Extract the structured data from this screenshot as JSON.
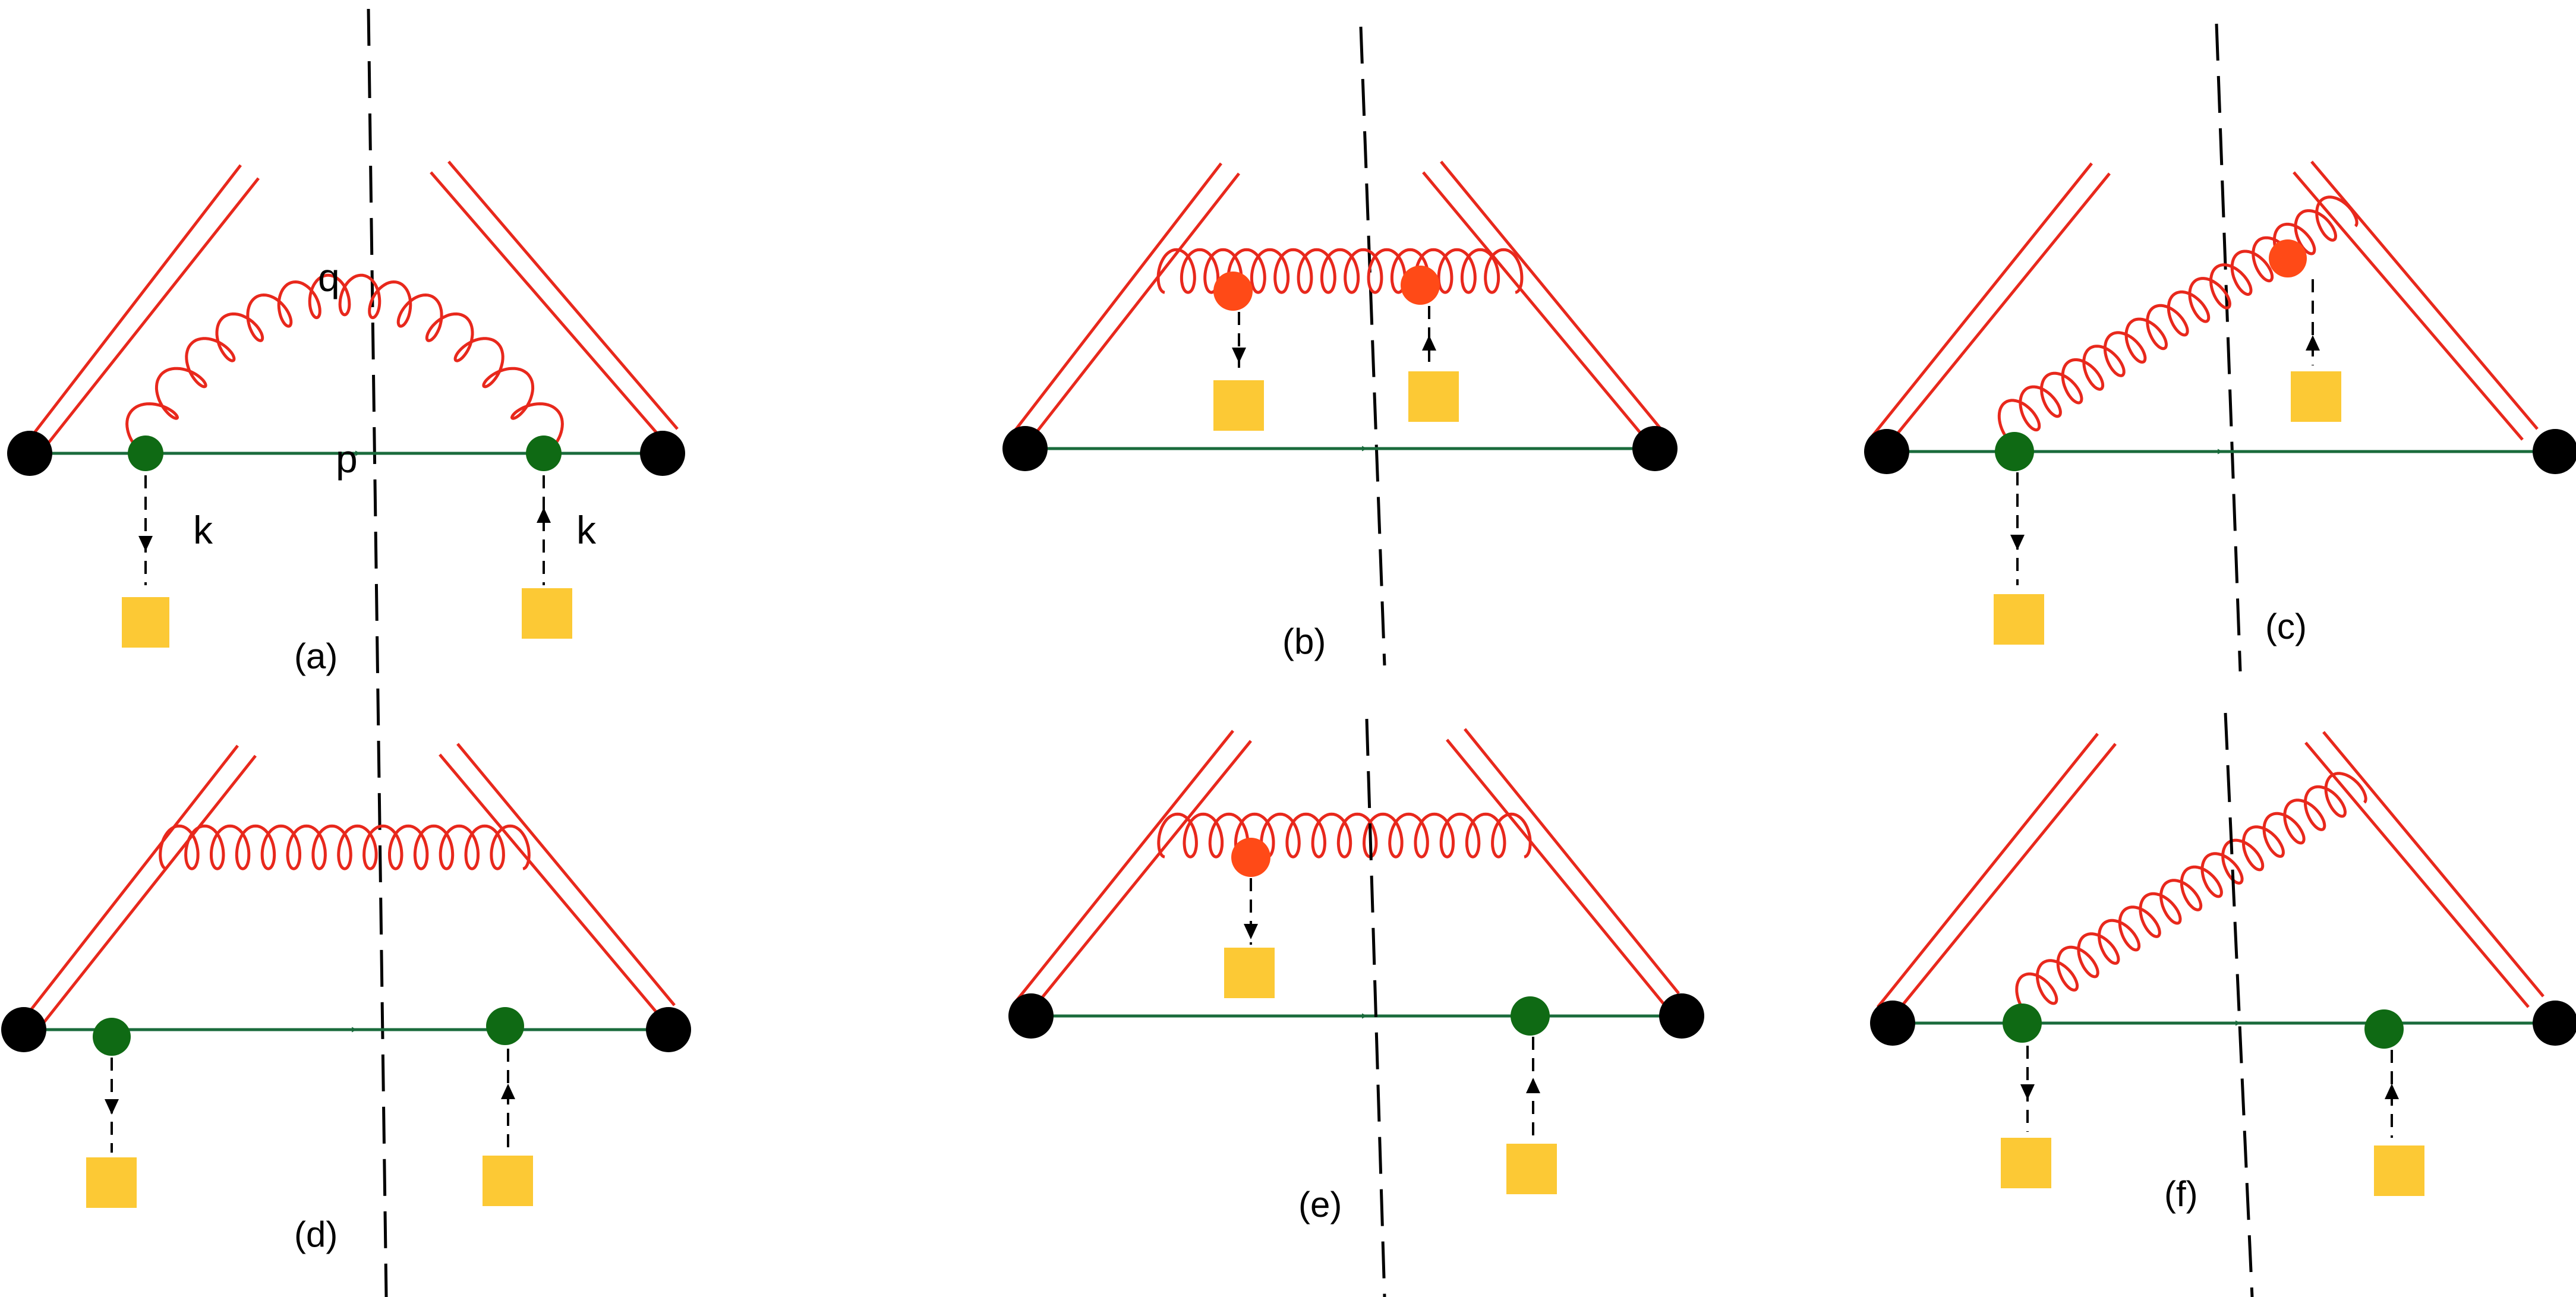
{
  "colors": {
    "wilson_line": "#e8281c",
    "gluon": "#e8281c",
    "quark_line": "#1a6b3c",
    "quark_vertex": "#0f6a14",
    "gluon_vertex": "#ff4a17",
    "target": "#fcc935",
    "endpoint": "#000000",
    "cut": "#000000"
  },
  "panels": [
    {
      "id": "a",
      "caption": "(a)",
      "gluon": "arc",
      "vertices": [
        "quark",
        "quark"
      ],
      "labels": {
        "gluon_momentum": "q",
        "quark_momentum": "p",
        "left_exchange": "k",
        "right_exchange": "k"
      }
    },
    {
      "id": "b",
      "caption": "(b)",
      "gluon": "straight",
      "vertices": [
        "gluon",
        "gluon"
      ]
    },
    {
      "id": "c",
      "caption": "(c)",
      "gluon": "diagonal",
      "vertices": [
        "quark",
        "gluon"
      ]
    },
    {
      "id": "d",
      "caption": "(d)",
      "gluon": "straight",
      "vertices": [
        "quark",
        "quark"
      ]
    },
    {
      "id": "e",
      "caption": "(e)",
      "gluon": "straight",
      "vertices": [
        "gluon",
        "quark"
      ]
    },
    {
      "id": "f",
      "caption": "(f)",
      "gluon": "diagonal",
      "vertices": [
        "quark",
        "quark"
      ]
    }
  ]
}
